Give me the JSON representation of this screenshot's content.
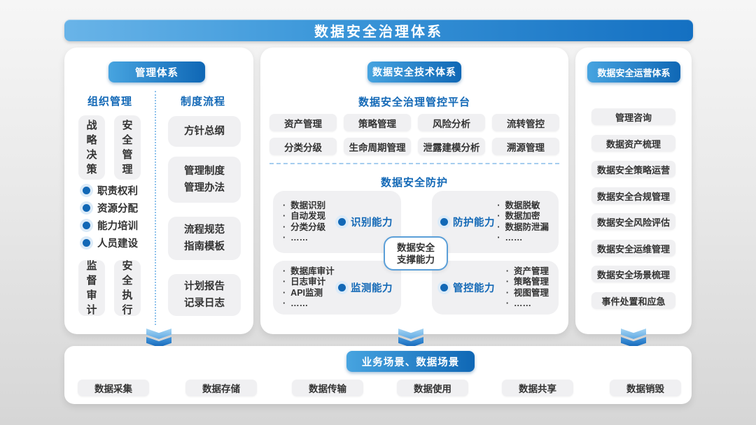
{
  "banner": {
    "title": "数据安全治理体系"
  },
  "left_panel": {
    "header": "管理体系",
    "org": {
      "title": "组织管理",
      "vertical_top": [
        "战略决策",
        "安全管理"
      ],
      "bullets": [
        "职责权利",
        "资源分配",
        "能力培训",
        "人员建设"
      ],
      "vertical_bottom": [
        "监督审计",
        "安全执行"
      ]
    },
    "process": {
      "title": "制度流程"
    },
    "process_boxes": [
      [
        "方针总纲"
      ],
      [
        "管理制度",
        "管理办法"
      ],
      [
        "流程规范",
        "指南模板"
      ],
      [
        "计划报告",
        "记录日志"
      ]
    ]
  },
  "middle_panel": {
    "header": "数据安全技术体系",
    "platform": {
      "title": "数据安全治理管控平台",
      "row1": [
        "资产管理",
        "策略管理",
        "风险分析",
        "流转管控"
      ],
      "row2": [
        "分类分级",
        "生命周期管理",
        "泄露建模分析",
        "溯源管理"
      ]
    },
    "protection": {
      "title": "数据安全防护",
      "capabilities": [
        {
          "name": "识别能力",
          "items": [
            "数据识别",
            "自动发现",
            "分类分级",
            "……"
          ]
        },
        {
          "name": "防护能力",
          "items": [
            "数据脱敏",
            "数据加密",
            "数据防泄漏",
            "……"
          ]
        },
        {
          "name": "监测能力",
          "items": [
            "数据库审计",
            "日志审计",
            "API监测",
            "……"
          ]
        },
        {
          "name": "管控能力",
          "items": [
            "资产管理",
            "策略管理",
            "视图管理",
            "……"
          ]
        }
      ],
      "support": [
        "数据安全",
        "支撑能力"
      ]
    }
  },
  "right_panel": {
    "header": "数据安全运营体系",
    "items": [
      "管理咨询",
      "数据资产梳理",
      "数据安全策略运营",
      "数据安全合规管理",
      "数据安全风险评估",
      "数据安全运维管理",
      "数据安全场景梳理",
      "事件处置和应急"
    ]
  },
  "bottom_panel": {
    "header": "业务场景、数据场景",
    "items": [
      "数据采集",
      "数据存储",
      "数据传输",
      "数据使用",
      "数据共享",
      "数据销毁"
    ]
  },
  "icons": {
    "bullet": "halo-dot-icon",
    "flow_arrow": "double-chevron-down-icon"
  },
  "colors": {
    "accent_blue": "#1268b6",
    "gradient_light_blue": "#58ade5",
    "chip_gray": "#f0f0f2",
    "text_dark": "#333333",
    "panel_white": "#ffffff"
  }
}
